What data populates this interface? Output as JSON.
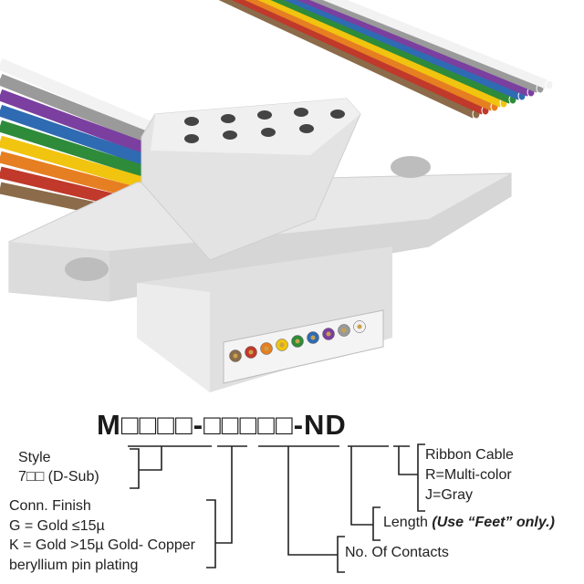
{
  "part_number": {
    "prefix": "M",
    "group1": "□□□□",
    "sep1": "-",
    "group2": "□□□□□",
    "suffix": "-ND"
  },
  "legend": {
    "style": {
      "title": "Style",
      "value": "7□□ (D-Sub)"
    },
    "finish": {
      "title": "Conn. Finish",
      "g": "G = Gold ≤15µ",
      "k": "K = Gold >15µ Gold- Copper",
      "k2": "beryllium pin plating"
    },
    "contacts": {
      "title": "No. Of Contacts"
    },
    "length": {
      "title": "Length ",
      "note": "(Use “Feet” only.)"
    },
    "cable": {
      "title": "Ribbon Cable",
      "r": "R=Multi-color",
      "j": "J=Gray"
    }
  },
  "colors": {
    "ribbon": [
      "#8b6b4a",
      "#c0392b",
      "#e67e22",
      "#f1c40f",
      "#2e8b3a",
      "#2f6bb3",
      "#7b3fa0",
      "#9a9a9a",
      "#f2f2f2"
    ],
    "shell": "#e6e6e6"
  }
}
